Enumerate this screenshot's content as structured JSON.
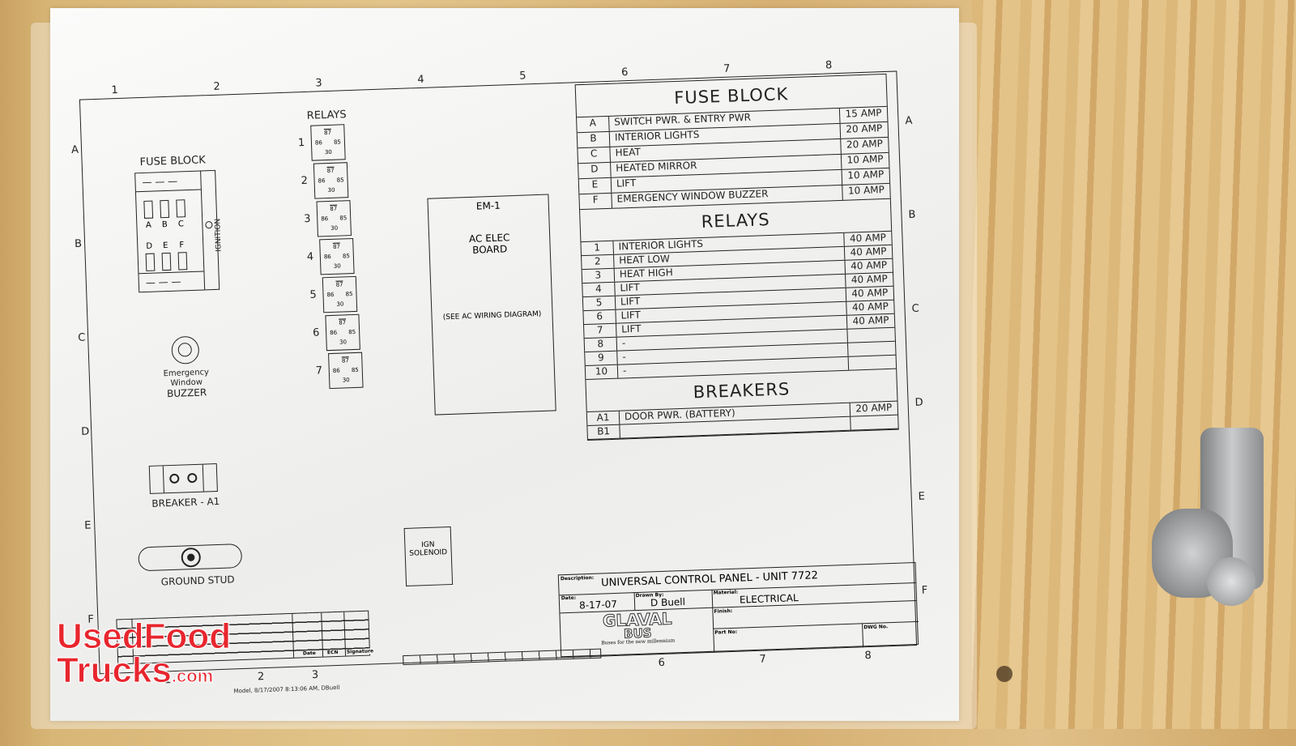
{
  "grid": {
    "columns": [
      "1",
      "2",
      "3",
      "4",
      "5",
      "6",
      "7",
      "8"
    ],
    "rows": [
      "A",
      "B",
      "C",
      "D",
      "E",
      "F"
    ],
    "bottom_columns": [
      "1",
      "2",
      "3",
      "6",
      "7",
      "8"
    ]
  },
  "fuse_block_diagram": {
    "title": "FUSE BLOCK",
    "fuses_top": [
      "A",
      "B",
      "C"
    ],
    "fuses_bottom": [
      "D",
      "E",
      "F"
    ],
    "side_label": "IGNITION"
  },
  "relays_diagram": {
    "title": "RELAYS",
    "numbers": [
      "1",
      "2",
      "3",
      "4",
      "5",
      "6",
      "7"
    ],
    "pins": {
      "top": "87",
      "left": "86",
      "right": "85",
      "bottom": "30"
    }
  },
  "em1": {
    "title": "EM-1",
    "name_line1": "AC ELEC",
    "name_line2": "BOARD",
    "note": "(SEE AC WIRING DIAGRAM)"
  },
  "buzzer": {
    "line1": "Emergency",
    "line2": "Window",
    "line3": "BUZZER"
  },
  "breaker": {
    "label": "BREAKER - A1"
  },
  "ground_stud": {
    "label": "GROUND STUD"
  },
  "solenoid": {
    "line1": "IGN",
    "line2": "SOLENOID"
  },
  "table": {
    "fuse_title": "FUSE BLOCK",
    "fuses": [
      [
        "A",
        "SWITCH PWR. & ENTRY PWR",
        "15 AMP"
      ],
      [
        "B",
        "INTERIOR LIGHTS",
        "20 AMP"
      ],
      [
        "C",
        "HEAT",
        "20 AMP"
      ],
      [
        "D",
        "HEATED MIRROR",
        "10 AMP"
      ],
      [
        "E",
        "LIFT",
        "10 AMP"
      ],
      [
        "F",
        "EMERGENCY WINDOW BUZZER",
        "10 AMP"
      ]
    ],
    "relay_title": "RELAYS",
    "relays": [
      [
        "1",
        "INTERIOR LIGHTS",
        "40 AMP"
      ],
      [
        "2",
        "HEAT LOW",
        "40 AMP"
      ],
      [
        "3",
        "HEAT HIGH",
        "40 AMP"
      ],
      [
        "4",
        "LIFT",
        "40 AMP"
      ],
      [
        "5",
        "LIFT",
        "40 AMP"
      ],
      [
        "6",
        "LIFT",
        "40 AMP"
      ],
      [
        "7",
        "LIFT",
        "40 AMP"
      ],
      [
        "8",
        "-",
        ""
      ],
      [
        "9",
        "-",
        ""
      ],
      [
        "10",
        "-",
        ""
      ]
    ],
    "breaker_title": "BREAKERS",
    "breakers": [
      [
        "A1",
        "DOOR PWR. (BATTERY)",
        "20 AMP"
      ],
      [
        "B1",
        "",
        ""
      ]
    ]
  },
  "title_block": {
    "description_caption": "Description:",
    "description": "UNIVERSAL CONTROL PANEL - UNIT 7722",
    "date_caption": "Date:",
    "date": "8-17-07",
    "drawn_caption": "Drawn By:",
    "drawn_by": "D Buell",
    "material_caption": "Material:",
    "material": "ELECTRICAL",
    "finish_caption": "Finish:",
    "part_caption": "Part No:",
    "dwg_caption": "DWG No.",
    "logo_line1": "GLAVAL",
    "logo_line2": "BUS",
    "logo_tagline": "Buses for the new millennium"
  },
  "revision_block": {
    "date": "Date",
    "ecn": "ECN",
    "signature": "Signature"
  },
  "footer": "Model, 8/17/2007 8:13:06 AM, DBuell",
  "watermark": {
    "line1": "UsedFood",
    "line2": "Trucks",
    "suffix": ".com"
  }
}
